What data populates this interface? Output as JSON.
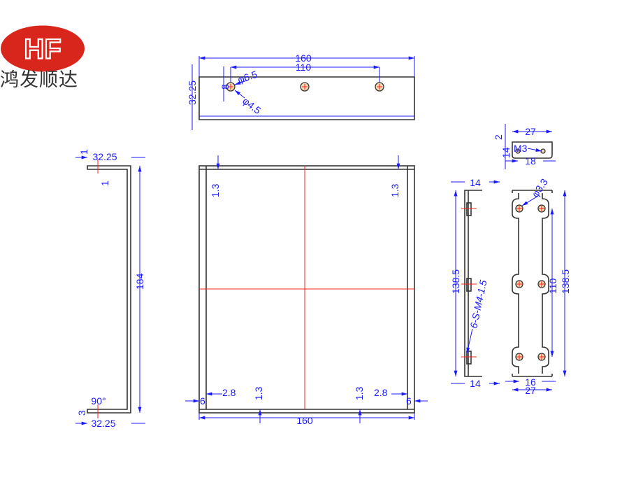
{
  "logo": {
    "mark": "HF",
    "company_name": "鸿发顺达",
    "brand_color": "#d9261c"
  },
  "top_view": {
    "overall_width": "160",
    "hole_spacing": "110",
    "height": "32.25",
    "hole_offset": "8",
    "counterbore_dia": "φ6.5",
    "hole_dia": "φ4.5"
  },
  "side_view": {
    "top_flange": "32.25",
    "top_thk_a": "1",
    "top_thk_b": "1",
    "height": "184",
    "angle": "90°",
    "bottom_thk": "3",
    "bottom_flange": "32.25"
  },
  "front_view": {
    "top_left_gap": "1.3",
    "top_right_gap": "1.3",
    "left_offset": "2.8",
    "left_edge": "6",
    "bottom_left_gap": "1.3",
    "bottom_right_gap": "1.3",
    "right_offset": "2.8",
    "right_edge": "6",
    "width": "160"
  },
  "bracket_side": {
    "top_flange": "14",
    "height": "138.5",
    "standoff_note": "6-S-M4-1.5",
    "bottom_flange": "14"
  },
  "bracket_front": {
    "hole_dia": "φ3.3",
    "hole_spacing": "110",
    "height": "138.5",
    "hole_pitch": "16",
    "width": "27"
  },
  "bracket_top": {
    "width": "27",
    "dim_a": "2",
    "dim_b": "14",
    "thread": "M3",
    "hole_spacing": "18"
  }
}
